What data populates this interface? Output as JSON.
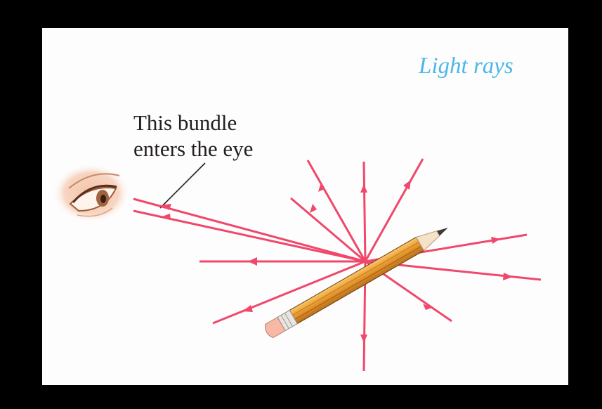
{
  "diagram": {
    "title": "Light rays",
    "callout": {
      "line1": "This bundle",
      "line2": "enters the eye"
    },
    "colors": {
      "ray": "#f0476b",
      "title": "#4bb7e6",
      "text": "#231f20",
      "frame": "#000000",
      "pencil_body": "#f0a83a",
      "eraser": "#f7b9a6"
    },
    "elements": {
      "eye": "eye-icon",
      "pencil": "pencil-icon"
    }
  }
}
